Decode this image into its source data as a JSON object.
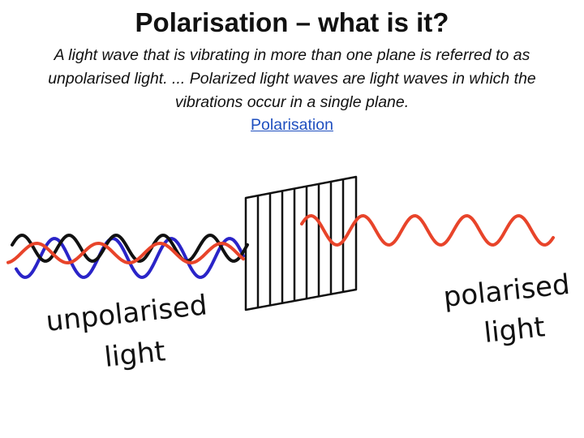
{
  "slide": {
    "title": "Polarisation – what is it?",
    "description": "A light wave that is vibrating in more than one plane is referred to as unpolarised light. ... Polarized light waves are light waves in which the vibrations occur in a single plane.",
    "link_text": "Polarisation"
  },
  "diagram": {
    "label_unpolarised_line1": "unpolarised",
    "label_unpolarised_line2": "light",
    "label_polarised_line1": "polarised",
    "label_polarised_line2": "light",
    "colors": {
      "wave_red": "#e8442a",
      "wave_blue": "#2a24c8",
      "wave_black": "#111111",
      "filter": "#111111"
    }
  }
}
